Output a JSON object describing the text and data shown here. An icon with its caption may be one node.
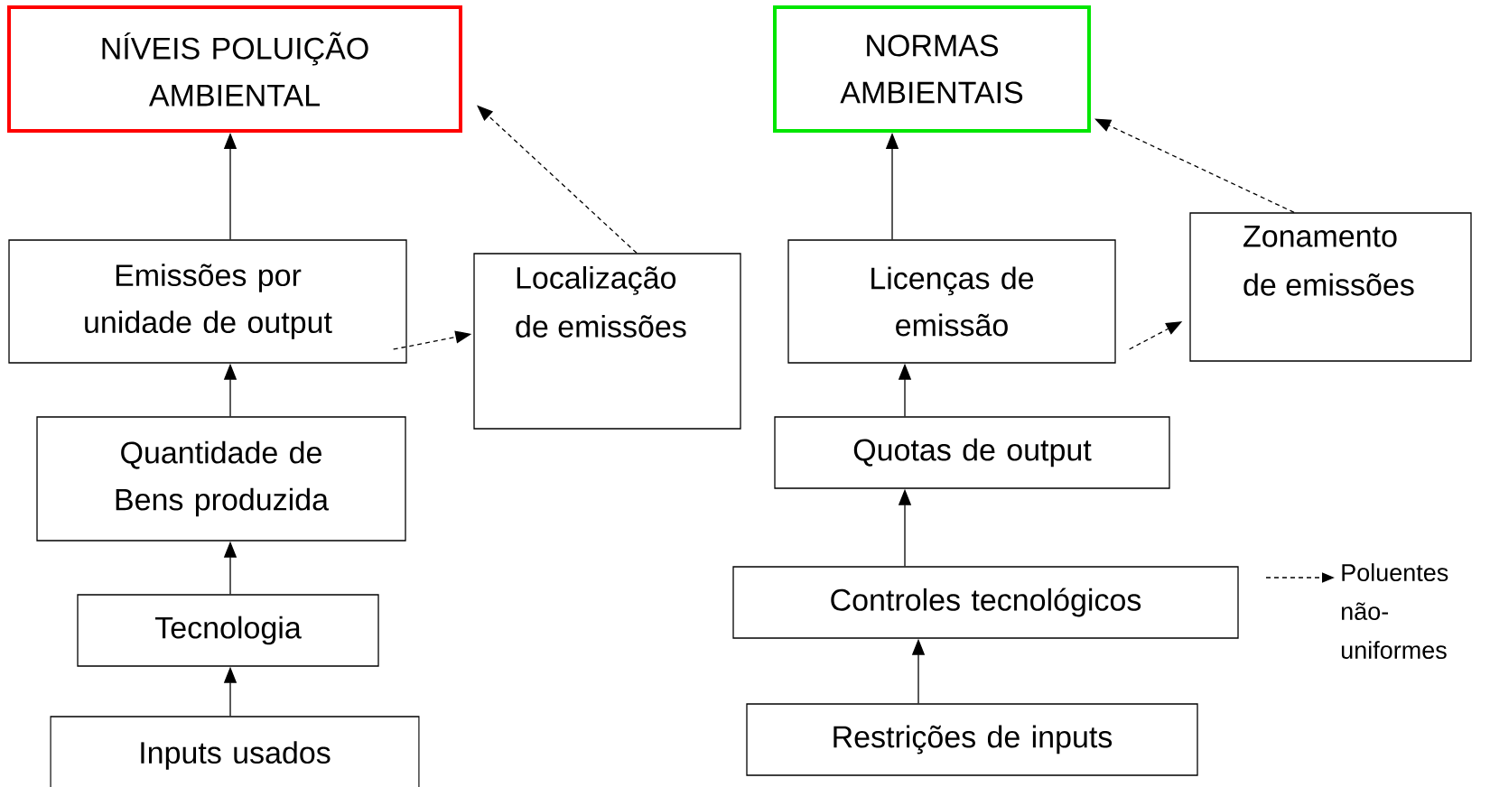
{
  "diagram": {
    "nodes": [
      {
        "text": [
          "NÍVEIS POLUIÇÃO AMBIENTAL"
        ]
      },
      {
        "text": [
          "Emissões por unidade de output"
        ]
      },
      {
        "text": [
          "Localização de emissões"
        ]
      },
      {
        "text": [
          "Quantidade de Bens produzida"
        ]
      },
      {
        "text": [
          "Tecnologia"
        ]
      },
      {
        "text": [
          "Inputs usados"
        ]
      },
      {
        "text": [
          "NORMAS AMBIENTAIS"
        ]
      },
      {
        "text": [
          "Licenças de emissão"
        ]
      },
      {
        "text": [
          "Zonamento de emissões"
        ]
      },
      {
        "text": [
          "Quotas de output"
        ]
      },
      {
        "text": [
          "Controles tecnológicos"
        ]
      },
      {
        "text": [
          "Restrições de inputs"
        ]
      }
    ],
    "edges": [
      {
        "from": 1,
        "to": 0,
        "arrow": "to"
      },
      {
        "from": 2,
        "to": 0,
        "arrow": "to",
        "style": "dashed"
      },
      {
        "from": 1,
        "to": 2,
        "arrow": "to",
        "style": "dashed"
      },
      {
        "from": 3,
        "to": 1,
        "arrow": "to"
      },
      {
        "from": 4,
        "to": 3,
        "arrow": "to"
      },
      {
        "from": 5,
        "to": 4,
        "arrow": "to"
      },
      {
        "from": 7,
        "to": 6,
        "arrow": "to"
      },
      {
        "from": 8,
        "to": 6,
        "arrow": "to",
        "style": "dashed"
      },
      {
        "from": 7,
        "to": 8,
        "arrow": "to",
        "style": "dashed"
      },
      {
        "from": 9,
        "to": 7,
        "arrow": "to"
      },
      {
        "from": 10,
        "to": 9,
        "arrow": "to"
      },
      {
        "from": 11,
        "to": 10,
        "arrow": "to"
      }
    ],
    "legend": [
      {
        "text": "Poluentes não-uniformes"
      }
    ]
  }
}
